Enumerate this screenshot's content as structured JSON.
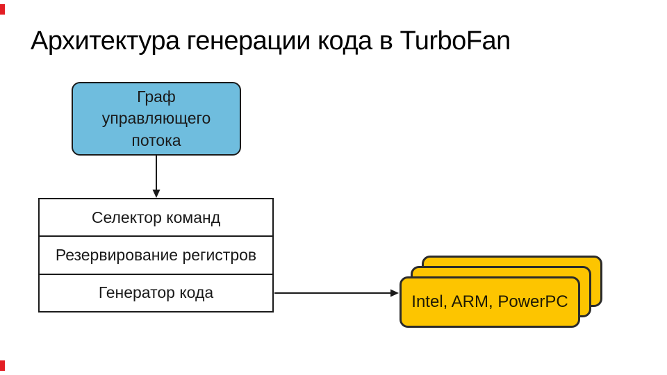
{
  "slide_title": "Архитектура генерации кода в TurboFan",
  "colors": {
    "accent_red": "#E31E24",
    "flow_box_fill": "#6FBDDE",
    "target_card_fill": "#FDC500",
    "outline": "#1A1A1A"
  },
  "diagram": {
    "flow_box_label": "Граф управляющего потока",
    "pipeline_rows": [
      "Селектор команд",
      "Резервирование регистров",
      "Генератор кода"
    ],
    "targets_label": "Intel, ARM, PowerPC",
    "target_card_count": 3
  }
}
